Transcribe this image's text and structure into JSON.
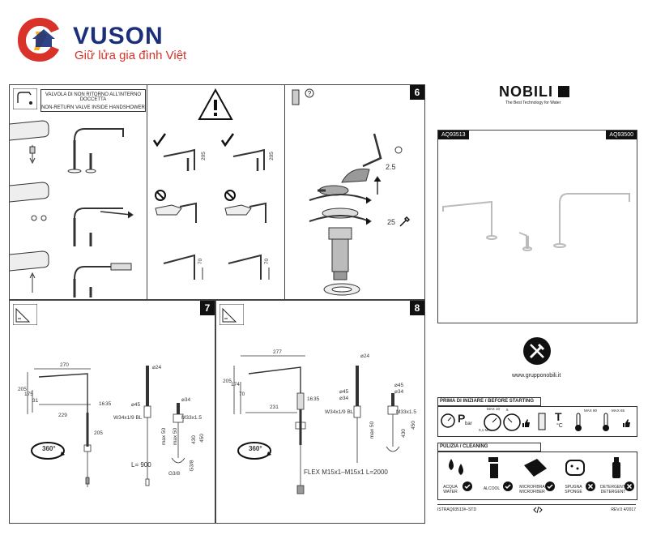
{
  "header": {
    "brand": "VUSON",
    "tagline": "Giữ lửa gia đình Việt"
  },
  "panel_1": {
    "valve_label_it": "VALVOLA DI NON RITORNO ALL'INTERNO DOCCETTA",
    "valve_label_en": "NON-RETURN VALVE INSIDE HANDSHOWER"
  },
  "panel_2": {
    "dim_a": "205",
    "dim_b": "205",
    "dim_c": "70",
    "dim_d": "70"
  },
  "panel_6": {
    "number": "6",
    "dim_hex": "2.5",
    "dim_wrench": "25"
  },
  "panel_7": {
    "number": "7",
    "width_top": "270",
    "width_bottom": "229",
    "height_total": "205",
    "h1": "175",
    "h2": "31",
    "h3": "205",
    "d24": "⌀24",
    "d45": "⌀45",
    "d34": "⌀34",
    "thread_a": "W34x1/9 BL",
    "thread_b": "M33x1.5",
    "max50": "max 50",
    "max50b": "max 50",
    "h430": "430",
    "h450": "450",
    "len": "L= 900",
    "g38": "G3/8",
    "g38b": "G3/8",
    "rot": "360°",
    "dim_16": "16",
    "dim_35": "35"
  },
  "panel_8": {
    "number": "8",
    "width_top": "277",
    "width_bottom": "231",
    "height_total": "205",
    "h1": "174",
    "h2": "70",
    "d24": "⌀24",
    "d45": "⌀45",
    "d34": "⌀34",
    "d45b": "⌀45",
    "d34b": "⌀34",
    "thread_a": "W34x1/9 BL",
    "thread_b": "M33x1.5",
    "max50": "max 50",
    "h430": "430",
    "h450": "450",
    "flex": "FLEX M15x1–M15x1 L=2000",
    "rot": "360°",
    "dim_16": "16",
    "dim_35": "35"
  },
  "right_panel": {
    "brand": "NOBILI",
    "brand_tag": "The Best Technology for Water",
    "code_left": "AQ93513",
    "code_right": "AQ93500",
    "website": "www.grupponobili.it",
    "start_title": "PRIMA DI INIZIARE / BEFORE STARTING",
    "start_p": "P",
    "start_bar": "bar",
    "start_min": "0,1 MIN",
    "start_max": "MAX 10",
    "start_5": "5",
    "start_t": "T",
    "start_c": "°C",
    "start_max80": "MAX 80",
    "start_max65": "MAX 65",
    "clean_title": "PULIZIA / CLEANING",
    "clean_items": [
      {
        "label": "ACQUA WATER"
      },
      {
        "label": "ALCOOL"
      },
      {
        "label": "MICROFIBRA MICROFIBER"
      },
      {
        "label": "SPUGNA SPONGE"
      },
      {
        "label": "DETERGENTI DETERGENT"
      }
    ],
    "footer_code": "ISTRAQ93513#–STD",
    "footer_rev": "REV.0 4/2017"
  }
}
